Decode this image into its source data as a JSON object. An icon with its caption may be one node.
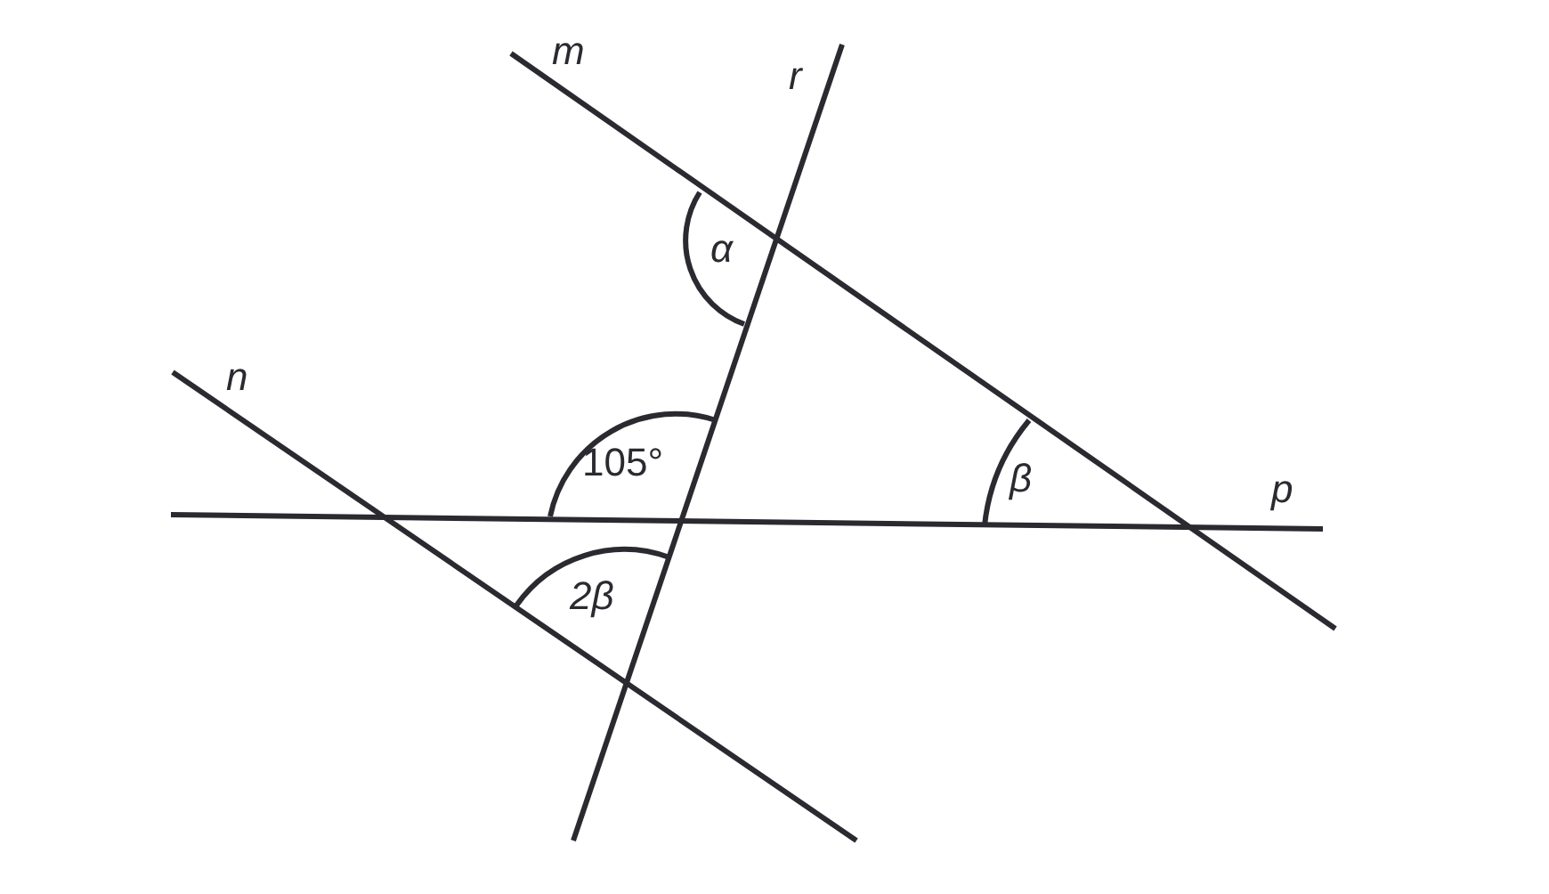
{
  "diagram": {
    "labels": [
      "m",
      "r",
      "n",
      "α",
      "105°",
      "β",
      "p",
      "2β"
    ]
  }
}
